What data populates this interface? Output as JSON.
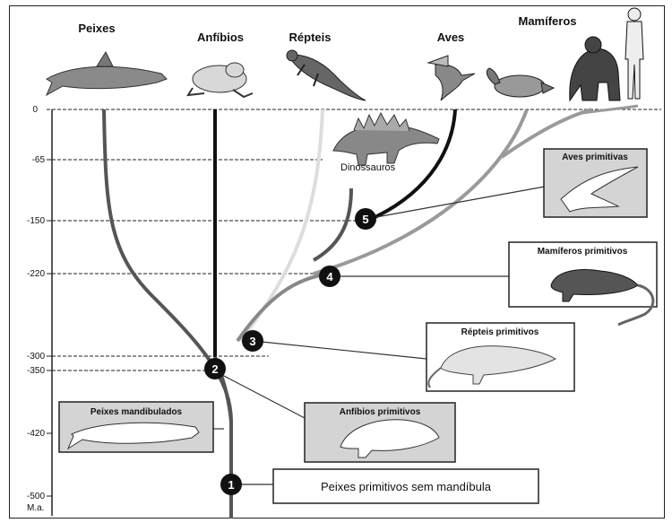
{
  "groups": [
    "Peixes",
    "Anfíbios",
    "Répteis",
    "Aves",
    "Mamíferos"
  ],
  "axis": {
    "ticks": [
      "0",
      "-65",
      "-150",
      "-220",
      "-300",
      "-350",
      "-420",
      "-500"
    ],
    "unit": "M.a."
  },
  "dinosaurs_label": "Dinossauros",
  "nodes": [
    "1",
    "2",
    "3",
    "4",
    "5"
  ],
  "boxes": {
    "aves_primitivas": "Aves primitivas",
    "mamiferos_primitivos": "Mamíferos primitivos",
    "repteis_primitivos": "Répteis primitivos",
    "anfibios_primitivos": "Anfíbios primitivos",
    "peixes_mandibulados": "Peixes mandibulados",
    "peixes_sem_mandibula": "Peixes primitivos sem mandíbula"
  },
  "colors": {
    "fish_line": "#5a5a5a",
    "amphibian_line": "#111111",
    "reptile_line": "#dddddd",
    "bird_line": "#111111",
    "mammal_line": "#9a9a9a",
    "dino_line": "#555555",
    "box_fill": "#d4d4d4"
  }
}
